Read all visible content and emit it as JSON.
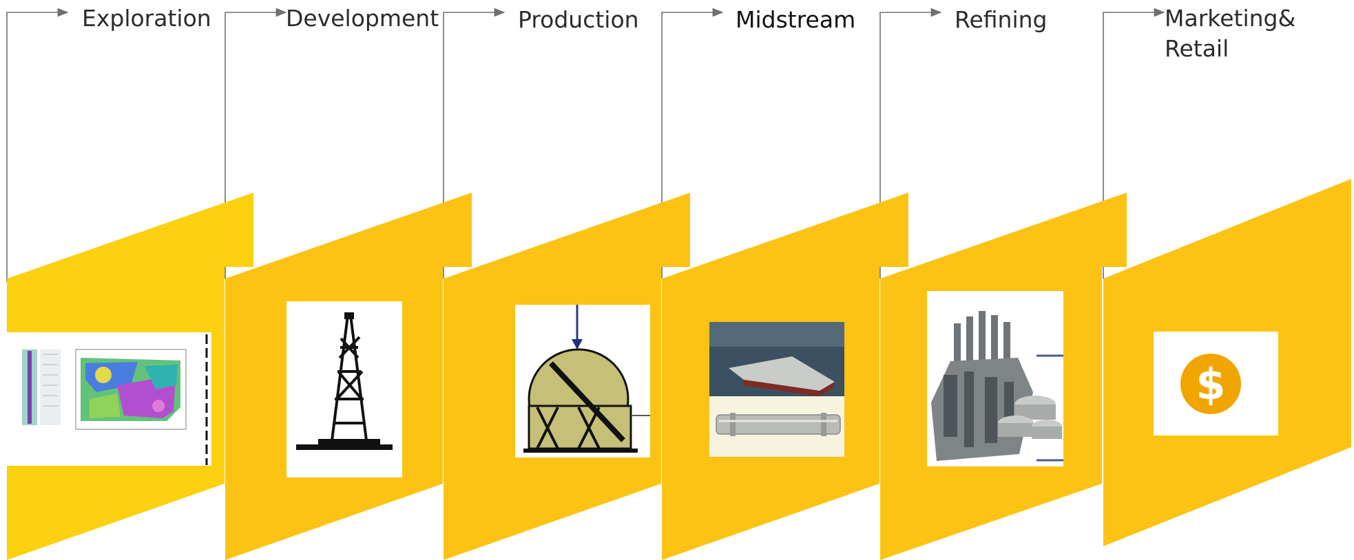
{
  "stages": [
    {
      "label": "Exploration",
      "icon": "seismic-map-icon"
    },
    {
      "label": "Development",
      "icon": "drilling-rig-icon"
    },
    {
      "label": "Production",
      "icon": "storage-sphere-icon"
    },
    {
      "label": "Midstream",
      "icon": "tanker-pipeline-icon"
    },
    {
      "label": "Refining",
      "icon": "refinery-icon"
    },
    {
      "label": "Marketing&",
      "label2": "Retail",
      "icon": "dollar-coin-icon"
    }
  ],
  "colors": {
    "panel": "#fcc314",
    "panel_first": "#fdd010",
    "connector": "#6f6f6f",
    "label": "#2b2b2b",
    "label_emphasis": "#111111",
    "coin": "#f0a500"
  }
}
